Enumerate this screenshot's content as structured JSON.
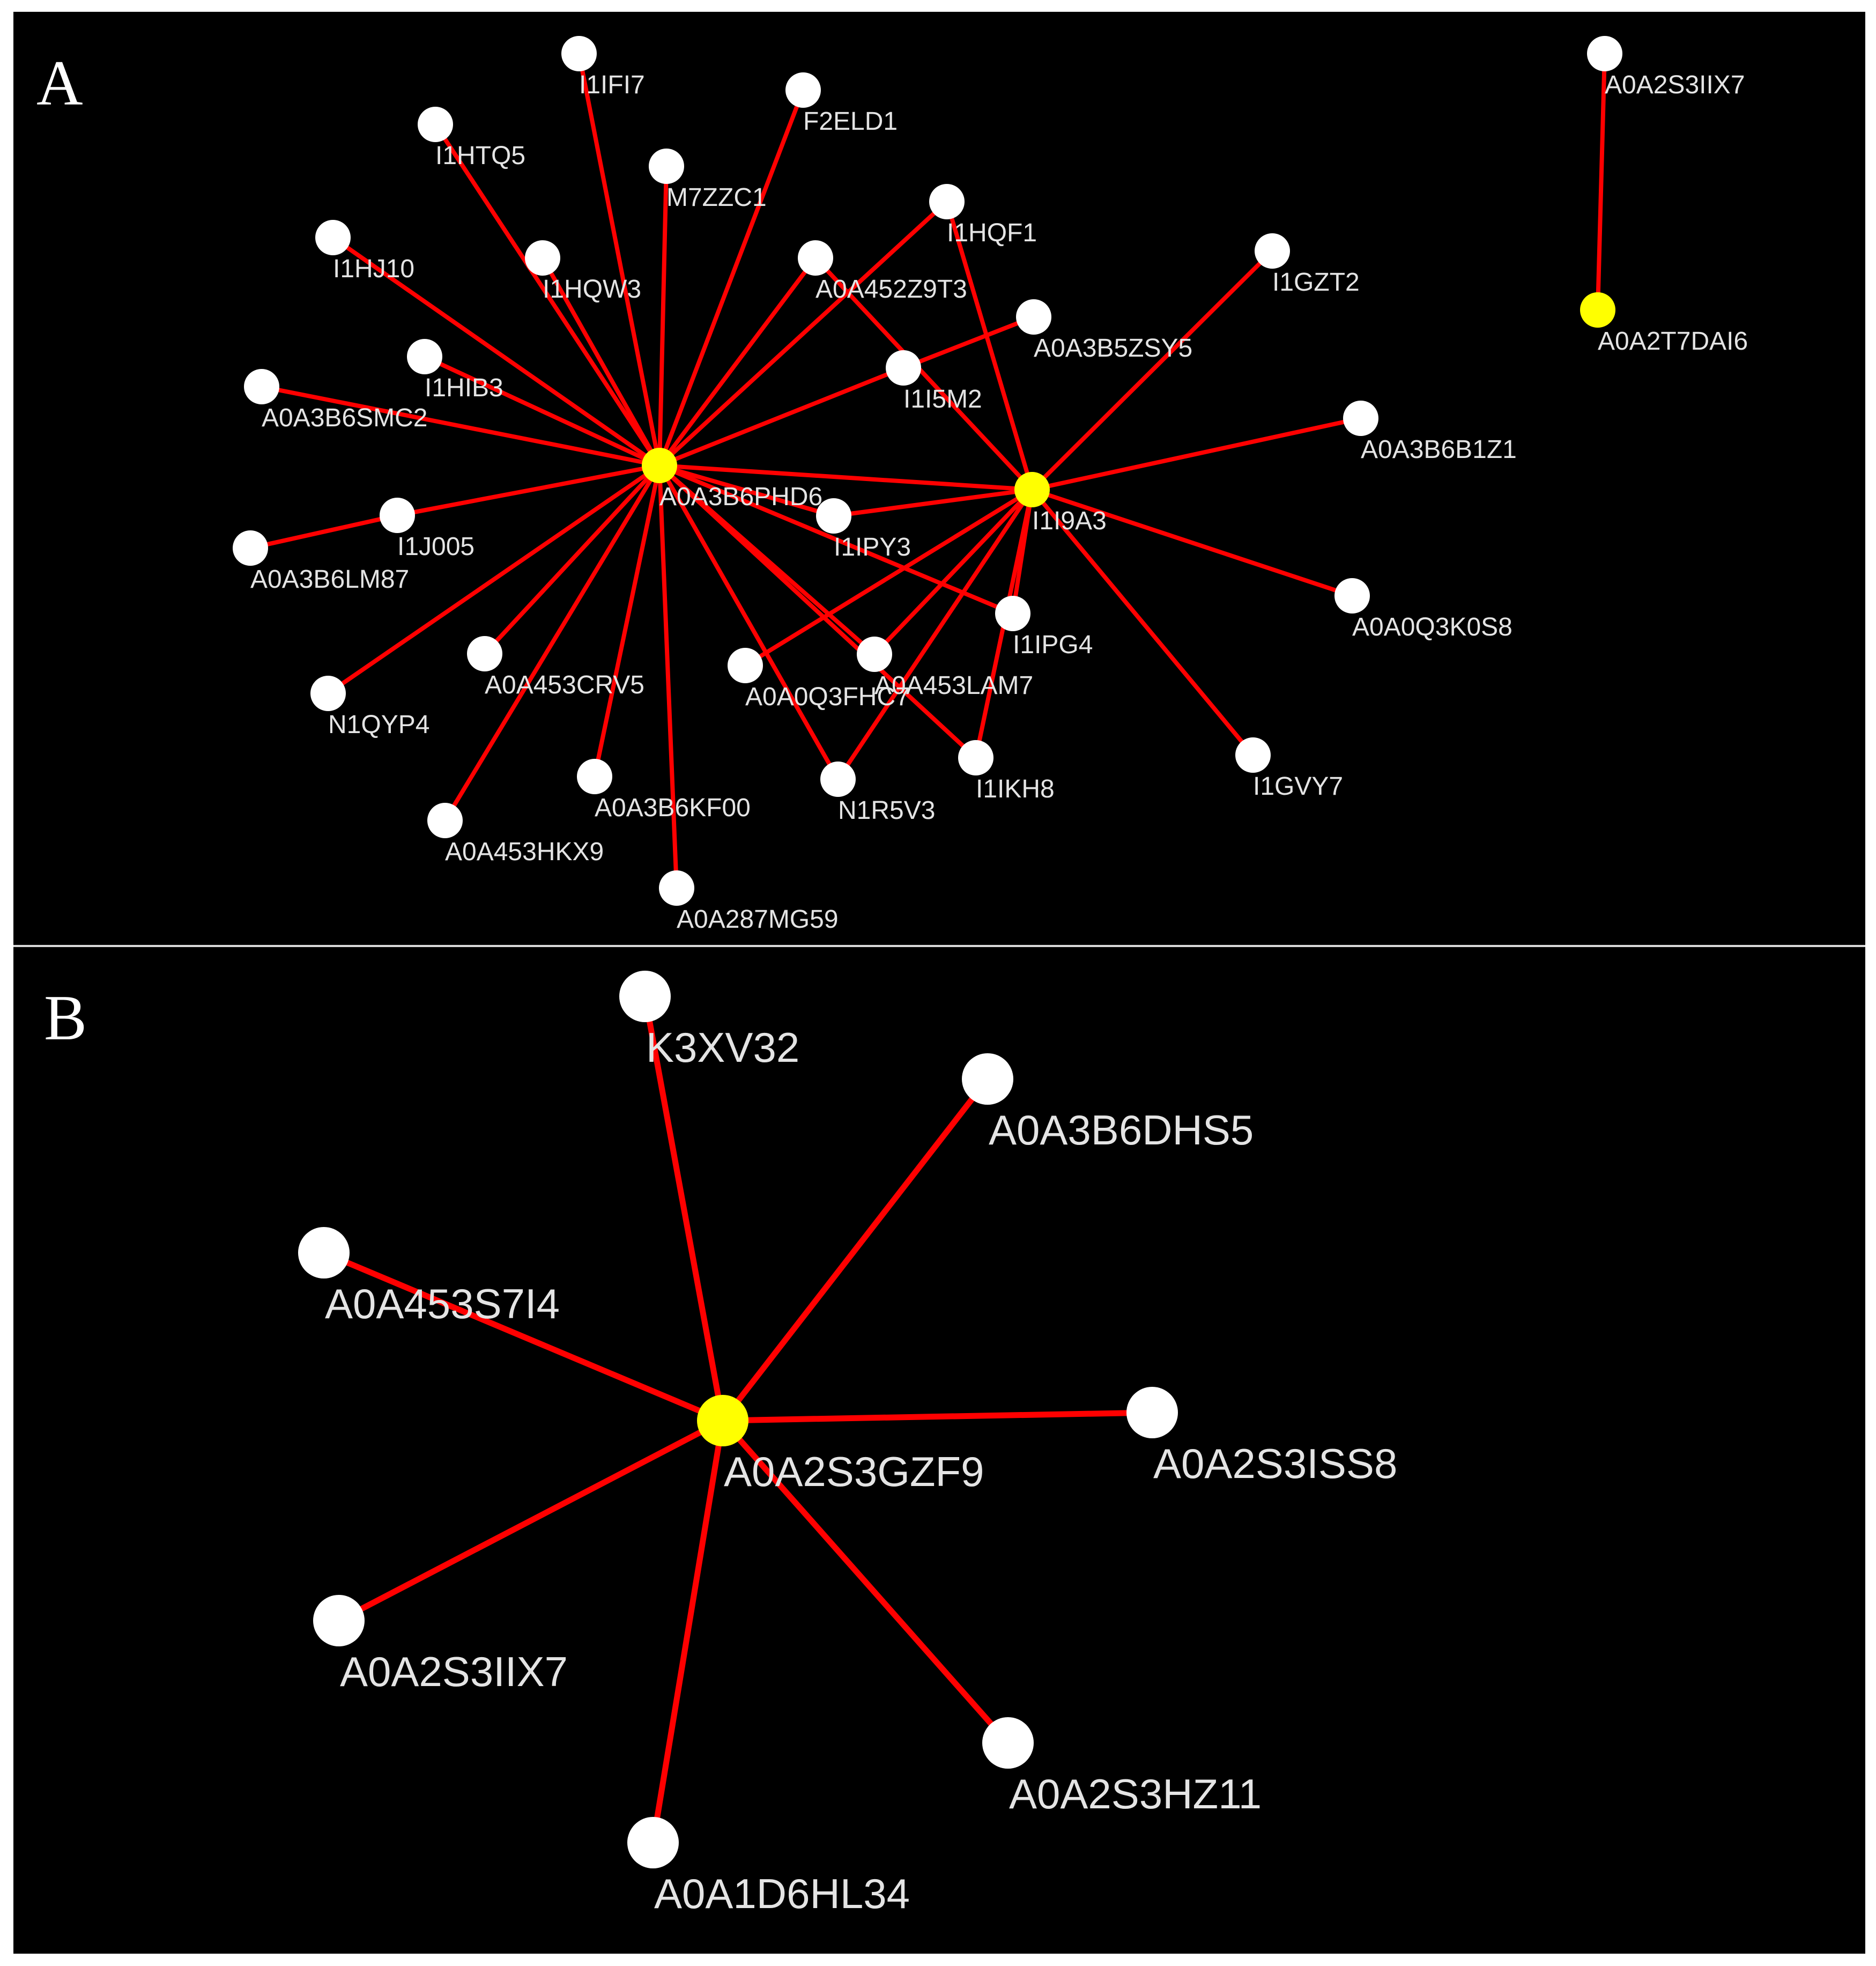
{
  "panels": [
    {
      "id": "A",
      "label": "A",
      "nodes": [
        {
          "id": "A0A3B6PHD6",
          "type": "hub"
        },
        {
          "id": "I1I9A3",
          "type": "hub"
        },
        {
          "id": "I1IFI7",
          "type": "leaf"
        },
        {
          "id": "F2ELD1",
          "type": "leaf"
        },
        {
          "id": "I1HTQ5",
          "type": "leaf"
        },
        {
          "id": "M7ZZC1",
          "type": "leaf"
        },
        {
          "id": "I1HQF1",
          "type": "leaf"
        },
        {
          "id": "I1HJ10",
          "type": "leaf"
        },
        {
          "id": "I1HQW3",
          "type": "leaf"
        },
        {
          "id": "A0A452Z9T3",
          "type": "leaf"
        },
        {
          "id": "I1GZT2",
          "type": "leaf"
        },
        {
          "id": "A0A3B5ZSY5",
          "type": "leaf"
        },
        {
          "id": "I1HIB3",
          "type": "leaf"
        },
        {
          "id": "A0A3B6SMC2",
          "type": "leaf"
        },
        {
          "id": "I1I5M2",
          "type": "leaf"
        },
        {
          "id": "A0A3B6B1Z1",
          "type": "leaf"
        },
        {
          "id": "I1J005",
          "type": "leaf"
        },
        {
          "id": "I1IPY3",
          "type": "leaf"
        },
        {
          "id": "A0A3B6LM87",
          "type": "leaf"
        },
        {
          "id": "A0A0Q3K0S8",
          "type": "leaf"
        },
        {
          "id": "I1IPG4",
          "type": "leaf"
        },
        {
          "id": "A0A453CRV5",
          "type": "leaf"
        },
        {
          "id": "A0A0Q3FHC7",
          "type": "leaf"
        },
        {
          "id": "A0A453LAM7",
          "type": "leaf"
        },
        {
          "id": "N1QYP4",
          "type": "leaf"
        },
        {
          "id": "I1IKH8",
          "type": "leaf"
        },
        {
          "id": "I1GVY7",
          "type": "leaf"
        },
        {
          "id": "A0A3B6KF00",
          "type": "leaf"
        },
        {
          "id": "N1R5V3",
          "type": "leaf"
        },
        {
          "id": "A0A453HKX9",
          "type": "leaf"
        },
        {
          "id": "A0A287MG59",
          "type": "leaf"
        },
        {
          "id": "A0A2S3IIX7",
          "type": "leaf"
        },
        {
          "id": "A0A2T7DAI6",
          "type": "hub"
        }
      ],
      "edges": [
        [
          "A0A3B6PHD6",
          "I1IFI7"
        ],
        [
          "A0A3B6PHD6",
          "F2ELD1"
        ],
        [
          "A0A3B6PHD6",
          "I1HTQ5"
        ],
        [
          "A0A3B6PHD6",
          "M7ZZC1"
        ],
        [
          "A0A3B6PHD6",
          "I1HQF1"
        ],
        [
          "A0A3B6PHD6",
          "I1HJ10"
        ],
        [
          "A0A3B6PHD6",
          "I1HQW3"
        ],
        [
          "A0A3B6PHD6",
          "A0A452Z9T3"
        ],
        [
          "A0A3B6PHD6",
          "I1HIB3"
        ],
        [
          "A0A3B6PHD6",
          "A0A3B6SMC2"
        ],
        [
          "A0A3B6PHD6",
          "I1I5M2"
        ],
        [
          "A0A3B6PHD6",
          "I1J005"
        ],
        [
          "A0A3B6PHD6",
          "I1IPY3"
        ],
        [
          "A0A3B6PHD6",
          "I1IPG4"
        ],
        [
          "A0A3B6PHD6",
          "A0A453CRV5"
        ],
        [
          "A0A3B6PHD6",
          "A0A453LAM7"
        ],
        [
          "A0A3B6PHD6",
          "N1QYP4"
        ],
        [
          "A0A3B6PHD6",
          "I1IKH8"
        ],
        [
          "A0A3B6PHD6",
          "A0A3B6KF00"
        ],
        [
          "A0A3B6PHD6",
          "N1R5V3"
        ],
        [
          "A0A3B6PHD6",
          "A0A453HKX9"
        ],
        [
          "A0A3B6PHD6",
          "A0A287MG59"
        ],
        [
          "A0A3B6PHD6",
          "I1I9A3"
        ],
        [
          "I1J005",
          "A0A3B6LM87"
        ],
        [
          "I1I5M2",
          "A0A3B5ZSY5"
        ],
        [
          "A0A452Z9T3",
          "I1I9A3"
        ],
        [
          "I1HQF1",
          "I1I9A3"
        ],
        [
          "I1I9A3",
          "I1GZT2"
        ],
        [
          "I1I9A3",
          "A0A3B6B1Z1"
        ],
        [
          "I1I9A3",
          "A0A0Q3K0S8"
        ],
        [
          "I1I9A3",
          "I1GVY7"
        ],
        [
          "I1I9A3",
          "I1IPY3"
        ],
        [
          "I1I9A3",
          "I1IPG4"
        ],
        [
          "I1I9A3",
          "A0A453LAM7"
        ],
        [
          "I1I9A3",
          "A0A0Q3FHC7"
        ],
        [
          "I1I9A3",
          "N1R5V3"
        ],
        [
          "I1I9A3",
          "I1IKH8"
        ],
        [
          "A0A2S3IIX7",
          "A0A2T7DAI6"
        ]
      ]
    },
    {
      "id": "B",
      "label": "B",
      "nodes": [
        {
          "id": "A0A2S3GZF9",
          "type": "hub"
        },
        {
          "id": "K3XV32",
          "type": "leaf"
        },
        {
          "id": "A0A3B6DHS5",
          "type": "leaf"
        },
        {
          "id": "A0A453S7I4",
          "type": "leaf"
        },
        {
          "id": "A0A2S3ISS8",
          "type": "leaf"
        },
        {
          "id": "A0A2S3IIX7",
          "type": "leaf"
        },
        {
          "id": "A0A2S3HZ11",
          "type": "leaf"
        },
        {
          "id": "A0A1D6HL34",
          "type": "leaf"
        }
      ],
      "edges": [
        [
          "A0A2S3GZF9",
          "K3XV32"
        ],
        [
          "A0A2S3GZF9",
          "A0A3B6DHS5"
        ],
        [
          "A0A2S3GZF9",
          "A0A453S7I4"
        ],
        [
          "A0A2S3GZF9",
          "A0A2S3ISS8"
        ],
        [
          "A0A2S3GZF9",
          "A0A2S3IIX7"
        ],
        [
          "A0A2S3GZF9",
          "A0A2S3HZ11"
        ],
        [
          "A0A2S3GZF9",
          "A0A1D6HL34"
        ]
      ]
    }
  ],
  "colors": {
    "background": "#000000",
    "edge": "#ff0000",
    "leaf_node": "#ffffff",
    "hub_node": "#ffff00",
    "label": "#e4e4e4"
  }
}
